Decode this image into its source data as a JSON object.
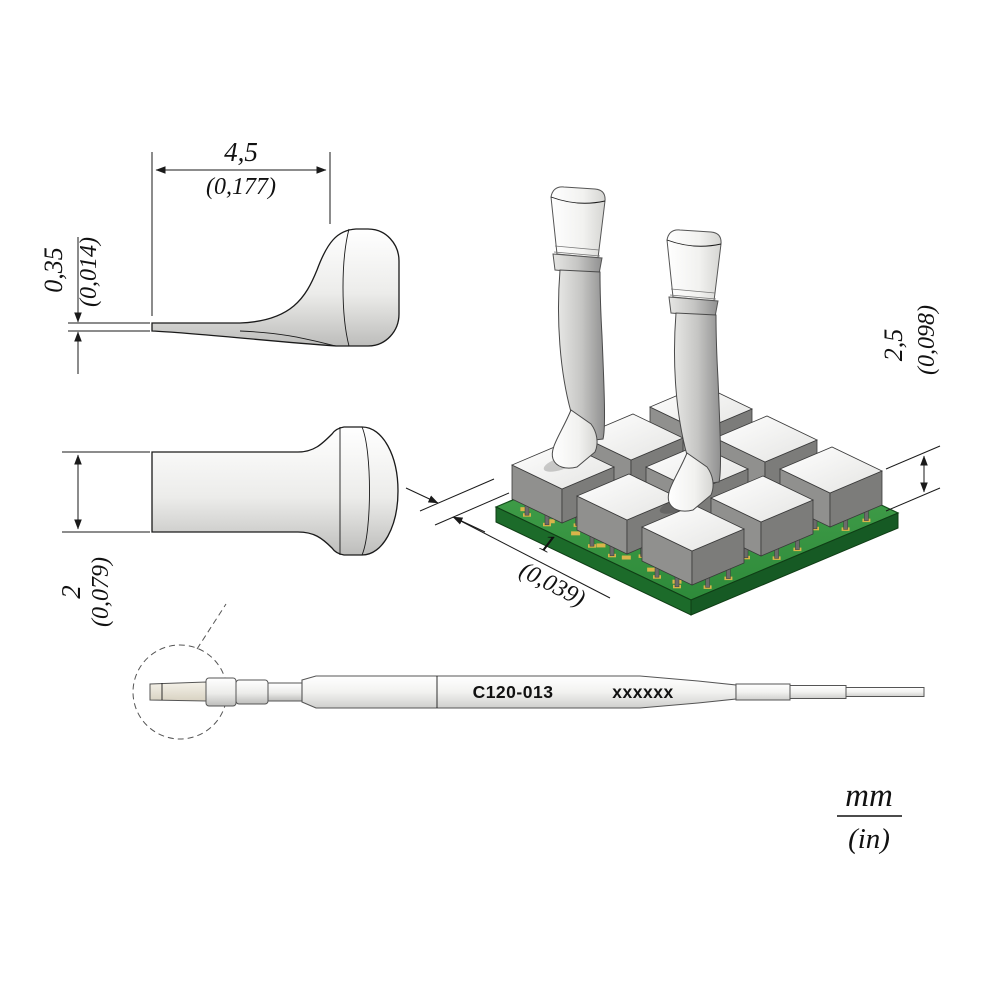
{
  "labels": {
    "length_mm": "4,5",
    "length_in": "(0,177)",
    "thickness_mm": "0,35",
    "thickness_in": "(0,014)",
    "width_mm": "2",
    "width_in": "(0,079)",
    "pitch_mm": "1",
    "pitch_in": "(0,039)",
    "height_mm": "2,5",
    "height_in": "(0,098)",
    "model": "C120-013",
    "serial": "xxxxxx",
    "unit_top": "mm",
    "unit_bottom": "(in)"
  },
  "colors": {
    "line": "#1a1a1a",
    "pcb_green": "#3d9a45",
    "pcb_edge_green": "#1c6b2a",
    "pad_gold": "#d9b44a",
    "chip_gray": "#8f8f8f",
    "metal_gray": "#c9c9c7"
  }
}
